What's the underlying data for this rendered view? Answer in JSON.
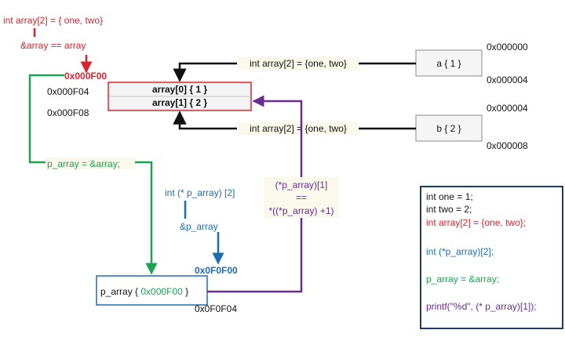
{
  "colors": {
    "red": "#d9232e",
    "green": "#1ca34f",
    "blue": "#1d6cb3",
    "purple": "#6a2c91",
    "black": "#111111",
    "navy": "#1f3a60",
    "label_bg": "#fbf8ec"
  },
  "top_left": {
    "decl": "int array[2] = { one, two}",
    "equality": "&array == array"
  },
  "addresses": {
    "array_base": "0x000F00",
    "array_second": "0x000F04",
    "array_end": "0x000F08",
    "a_start": "0x000000",
    "a_end": "0x000004",
    "b_start": "0x000004",
    "b_end": "0x000008",
    "ptr_start": "0x0F0F00",
    "ptr_end": "0x0F0F04"
  },
  "array_box": {
    "row0": "array[0] { 1 }",
    "row1": "array[1] { 2 }"
  },
  "var_a": "a { 1 }",
  "var_b": "b { 2 }",
  "arrow_labels": {
    "a_to_array": "int array[2] = {one, two}",
    "b_to_array": "int array[2] = {one, two}",
    "green": "p_array = &array;",
    "blue_decl": "int (* p_array) [2]",
    "blue_addr": "&p_array",
    "purple_1": "(*p_array)[1]",
    "purple_2": "==",
    "purple_3": "*((*p_array) +1)"
  },
  "pointer_box": {
    "label": "p_array { ",
    "value": "0x000F00",
    "close": " }"
  },
  "code_box": {
    "lines": [
      {
        "text": "int one = 1;",
        "color": "#111111"
      },
      {
        "text": "int two = 2;",
        "color": "#111111"
      },
      {
        "text": "int array[2] = {one, two};",
        "color": "#d9232e"
      },
      {
        "text": "int (*p_array)[2];",
        "color": "#1d6cb3"
      },
      {
        "text": "p_array = &array;",
        "color": "#1ca34f"
      },
      {
        "text": "printf(\"%d\", (* p_array)[1]);",
        "color": "#6a2c91"
      }
    ]
  }
}
